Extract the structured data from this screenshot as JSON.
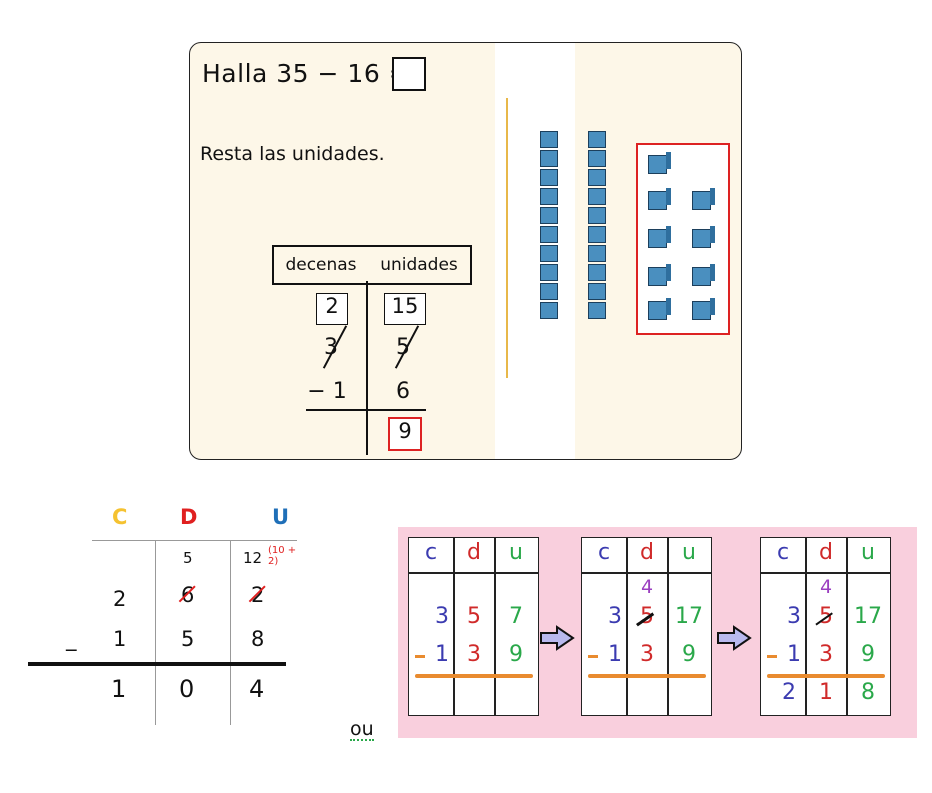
{
  "card": {
    "title": "Halla 35 − 16 =",
    "subtitle": "Resta las unidades.",
    "table": {
      "headers": [
        "decenas",
        "unidades"
      ],
      "regroup_tens": "2",
      "regroup_units": "15",
      "top_tens": "3",
      "top_units": "5",
      "minus_tens": "− 1",
      "minus_units": "6",
      "result_units": "9"
    }
  },
  "column_method": {
    "headers": [
      "C",
      "D",
      "U"
    ],
    "header_colors": [
      "#f5c230",
      "#e02020",
      "#1f6fb8"
    ],
    "carry_d": "5",
    "carry_u": "12",
    "carry_note": "(10 + 2)",
    "row1": [
      "2",
      "6",
      "2"
    ],
    "minus_sign": "_",
    "row2": [
      "1",
      "5",
      "8"
    ],
    "result": [
      "1",
      "0",
      "4"
    ]
  },
  "ou_label": "ou",
  "grids": [
    {
      "headers": [
        "c",
        "d",
        "u"
      ],
      "top": [
        "3",
        "5",
        "7"
      ],
      "bottom": [
        "1",
        "3",
        "9"
      ],
      "carry": "",
      "result": [
        "",
        "",
        ""
      ]
    },
    {
      "headers": [
        "c",
        "d",
        "u"
      ],
      "top": [
        "3",
        "5",
        "17"
      ],
      "bottom": [
        "1",
        "3",
        "9"
      ],
      "carry": "4",
      "result": [
        "",
        "",
        ""
      ]
    },
    {
      "headers": [
        "c",
        "d",
        "u"
      ],
      "top": [
        "3",
        "5",
        "17"
      ],
      "bottom": [
        "1",
        "3",
        "9"
      ],
      "carry": "4",
      "result": [
        "2",
        "1",
        "8"
      ]
    }
  ],
  "grid_colors": {
    "c": "#3b3bb0",
    "d": "#d02a2a",
    "u": "#2aa84a",
    "carry": "#9b3fc0",
    "minus": "#e98b2f"
  }
}
